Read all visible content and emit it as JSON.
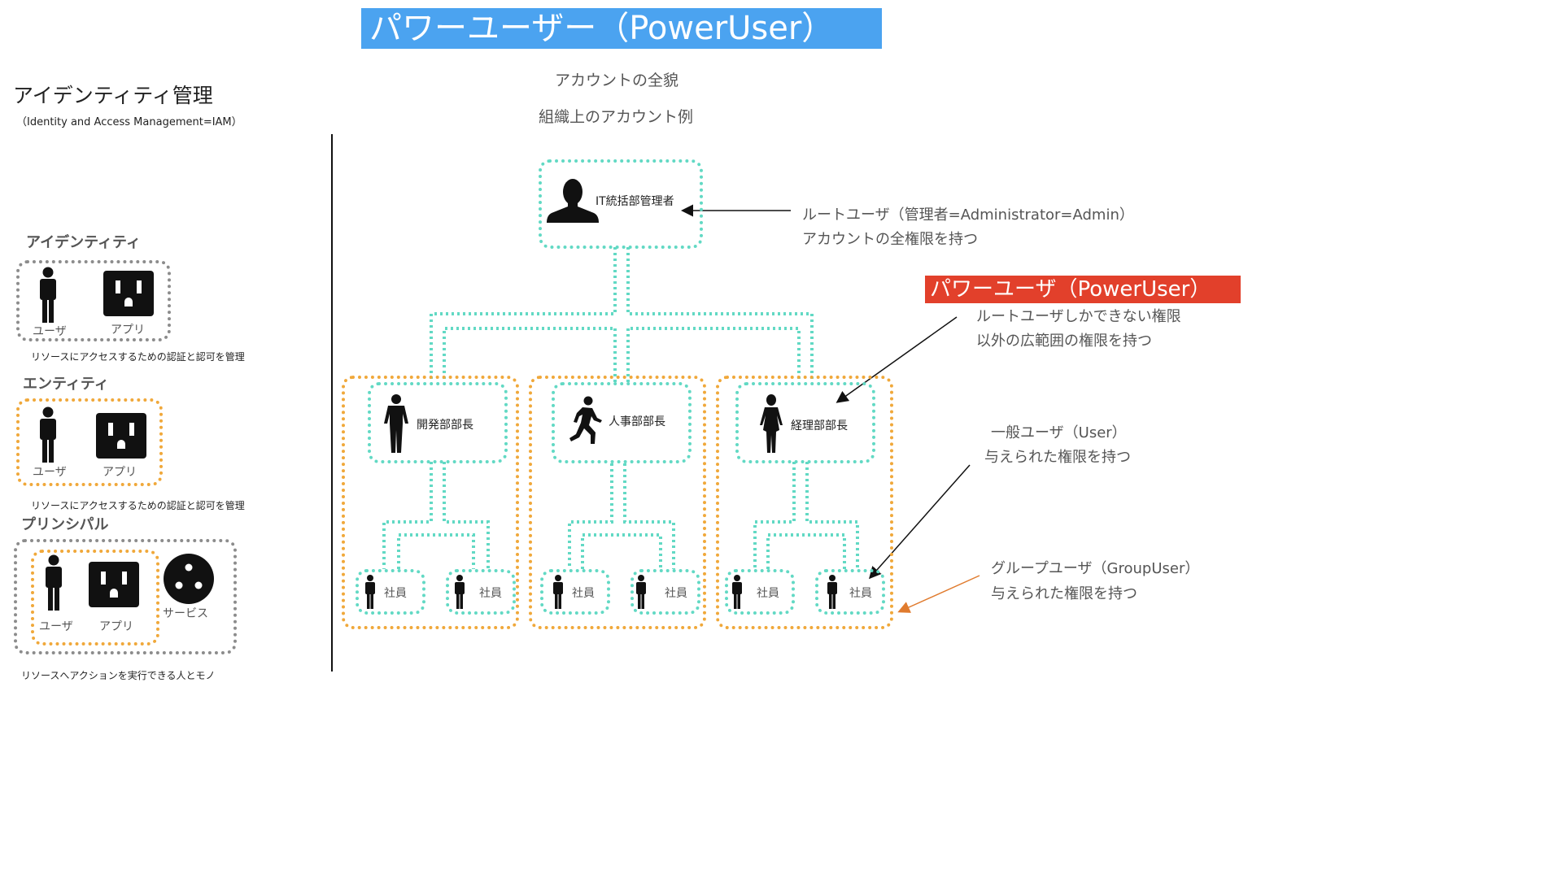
{
  "title": "パワーユーザー（PowerUser）",
  "left": {
    "heading": "アイデンティティ管理",
    "subheading": "（Identity and Access Management=IAM）",
    "identity": {
      "title": "アイデンティティ",
      "user_label": "ユーザ",
      "app_label": "アプリ",
      "caption": "リソースにアクセスするための認証と認可を管理"
    },
    "entity": {
      "title": "エンティティ",
      "user_label": "ユーザ",
      "app_label": "アプリ",
      "caption": "リソースにアクセスするための認証と認可を管理"
    },
    "principal": {
      "title": "プリンシパル",
      "user_label": "ユーザ",
      "app_label": "アプリ",
      "service_label": "サービス",
      "caption": "リソースへアクションを実行できる人とモノ"
    }
  },
  "main": {
    "overview": "アカウントの全貌",
    "example": "組織上のアカウント例",
    "admin_label": "IT統括部管理者",
    "managers": [
      "開発部部長",
      "人事部部長",
      "経理部部長"
    ],
    "employee_label": "社員"
  },
  "annotations": {
    "root_line1": "ルートユーザ（管理者=Administrator=Admin）",
    "root_line2": "アカウントの全権限を持つ",
    "power_title": "パワーユーザ（PowerUser）",
    "power_line1": "ルートユーザしかできない権限",
    "power_line2": "以外の広範囲の権限を持つ",
    "general_line1": "一般ユーザ（User）",
    "general_line2": "与えられた権限を持つ",
    "group_line1": "グループユーザ（GroupUser）",
    "group_line2": "与えられた権限を持つ"
  },
  "colors": {
    "banner_blue": "#4ba3f0",
    "banner_red": "#e2402b",
    "teal_dotted": "#62d9c4",
    "orange_dotted": "#f0a83a",
    "gray_dotted": "#8c8c8c",
    "orange_arrow": "#e07b2e"
  }
}
